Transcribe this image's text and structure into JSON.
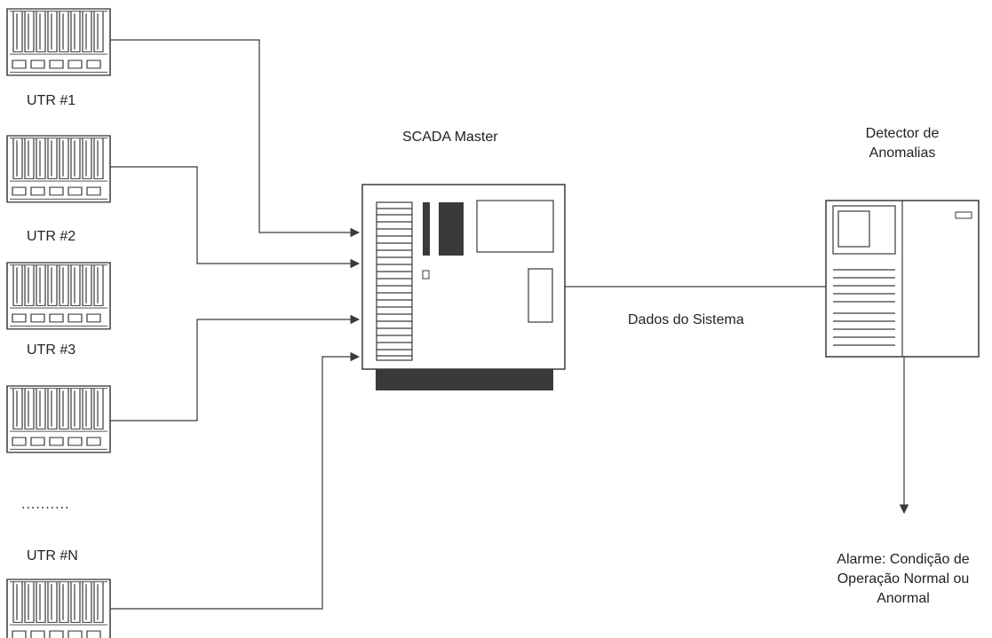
{
  "labels": {
    "utr1": "UTR #1",
    "utr2": "UTR #2",
    "utr3": "UTR #3",
    "utrN": "UTR #N",
    "ellipsis": "..........",
    "scada": "SCADA Master",
    "detector_line1": "Detector de",
    "detector_line2": "Anomalias",
    "data_link": "Dados do Sistema",
    "alarm_line1": "Alarme: Condição de",
    "alarm_line2": "Operação Normal ou",
    "alarm_line3": "Anormal"
  },
  "colors": {
    "stroke": "#3a3a3a",
    "fill_dark": "#3a3a3a",
    "background": "#ffffff"
  },
  "icons": {
    "rtu": "rtu-rack-icon",
    "scada": "scada-master-computer-icon",
    "detector": "anomaly-detector-computer-icon"
  }
}
